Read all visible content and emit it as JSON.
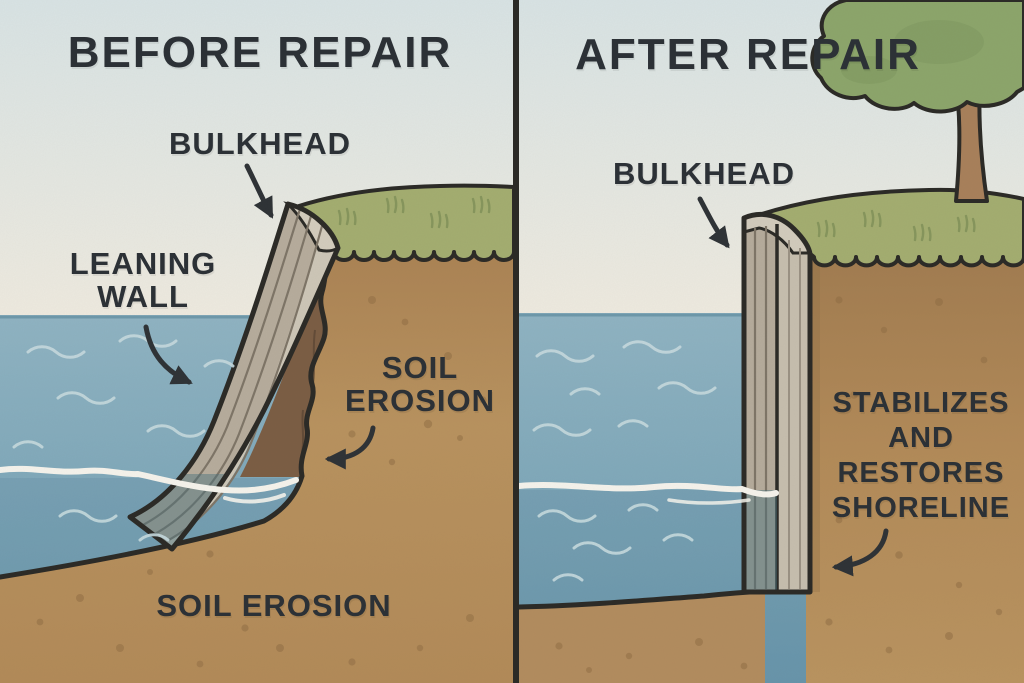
{
  "left": {
    "title": "BEFORE REPAIR",
    "labels": {
      "bulkhead": "BULKHEAD",
      "leaning_wall": "LEANING\nWALL",
      "soil_erosion_side": "SOIL\nEROSION",
      "soil_erosion_bottom": "SOIL EROSION"
    }
  },
  "right": {
    "title": "AFTER REPAIR",
    "labels": {
      "bulkhead": "BULKHEAD",
      "benefit": "STABILIZES\nAND\nRESTORES\nSHORELINE"
    }
  },
  "colors": {
    "sky_top": "#d8e3e4",
    "sky_horizon": "#eeeadf",
    "water_top": "#8fb3c2",
    "water_deep": "#6e9cb0",
    "waterline_foam": "#f5f3ec",
    "grass": "#a3ad70",
    "soil": "#b8925e",
    "soil_dark_eroded": "#7b5d44",
    "wall_face": "#b6ac9c",
    "wall_edge_light": "#cdc6b7",
    "outline": "#2b2a26",
    "text": "#2c3136",
    "tree_foliage": "#8ca56b",
    "tree_trunk": "#a8805a"
  }
}
